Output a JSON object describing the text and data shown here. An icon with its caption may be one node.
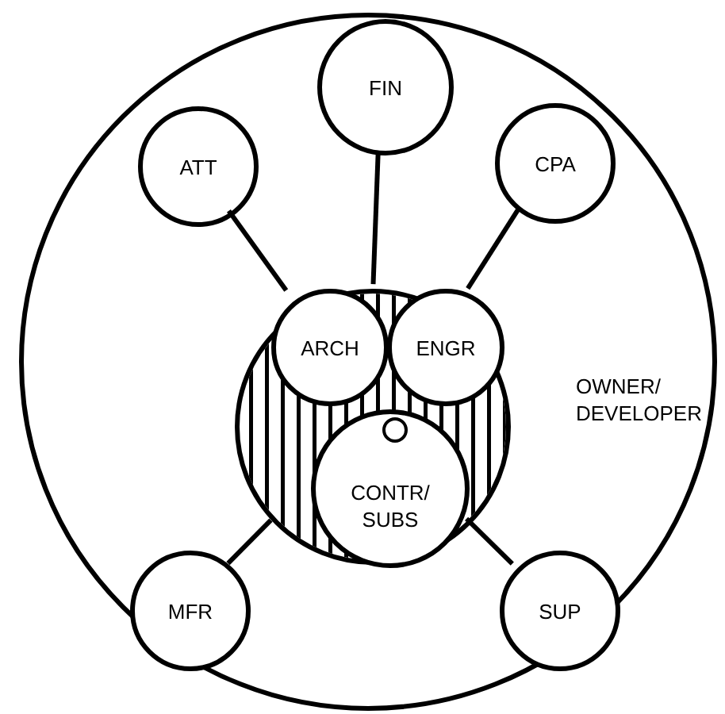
{
  "diagram": {
    "nodes": [
      {
        "text": [
          "OWNER/ DEVELOPER"
        ]
      },
      {
        "text": [
          "FIN"
        ],
        "in": 0
      },
      {
        "text": [
          "ATT"
        ],
        "in": 0
      },
      {
        "text": [
          "CPA"
        ],
        "in": 0
      },
      {
        "text": [],
        "shape": "circle",
        "in": 0
      },
      {
        "text": [
          "ARCH"
        ],
        "in": 4
      },
      {
        "text": [
          "ENGR"
        ],
        "in": 4
      },
      {
        "text": [
          "CONTR/ SUBS"
        ],
        "in": 4
      },
      {
        "text": [],
        "shape": "circle",
        "in": 7
      },
      {
        "text": [
          "MFR"
        ],
        "in": 0
      },
      {
        "text": [
          "SUP"
        ],
        "in": 0
      }
    ],
    "edges": [
      {
        "from": 1,
        "to": 4,
        "arrow": "none"
      },
      {
        "from": 2,
        "to": 5,
        "arrow": "none"
      },
      {
        "from": 3,
        "to": 6,
        "arrow": "none"
      },
      {
        "from": 9,
        "to": 4,
        "arrow": "none"
      },
      {
        "from": 10,
        "to": 4,
        "arrow": "none"
      }
    ]
  }
}
